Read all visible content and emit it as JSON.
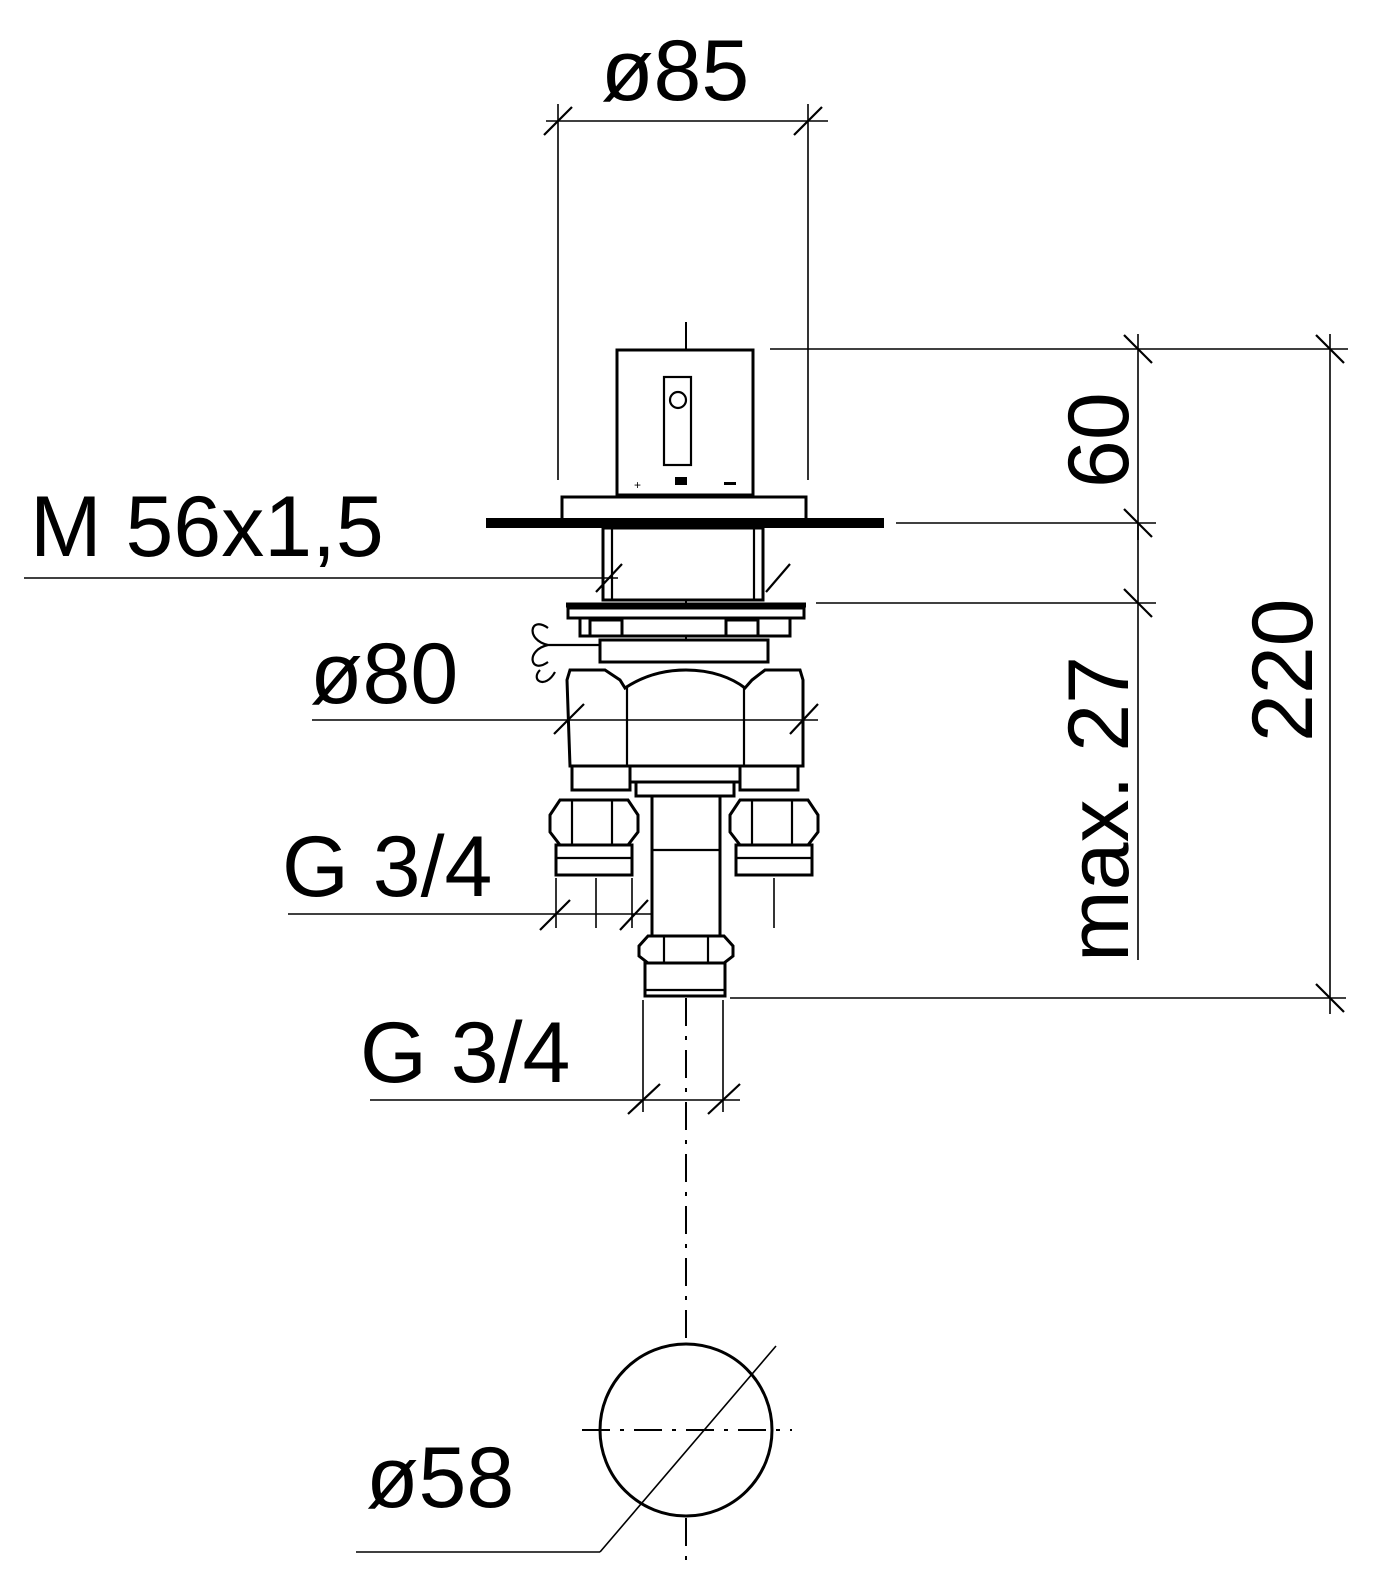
{
  "drawing": {
    "labels": {
      "dia_top": "ø85",
      "thread": "M 56x1,5",
      "dia_flange": "ø80",
      "conn_inlet": "G 3/4",
      "conn_outlet": "G 3/4",
      "dia_base": "ø58",
      "height_handle": "60",
      "height_max": "max. 27",
      "height_total": "220"
    }
  }
}
